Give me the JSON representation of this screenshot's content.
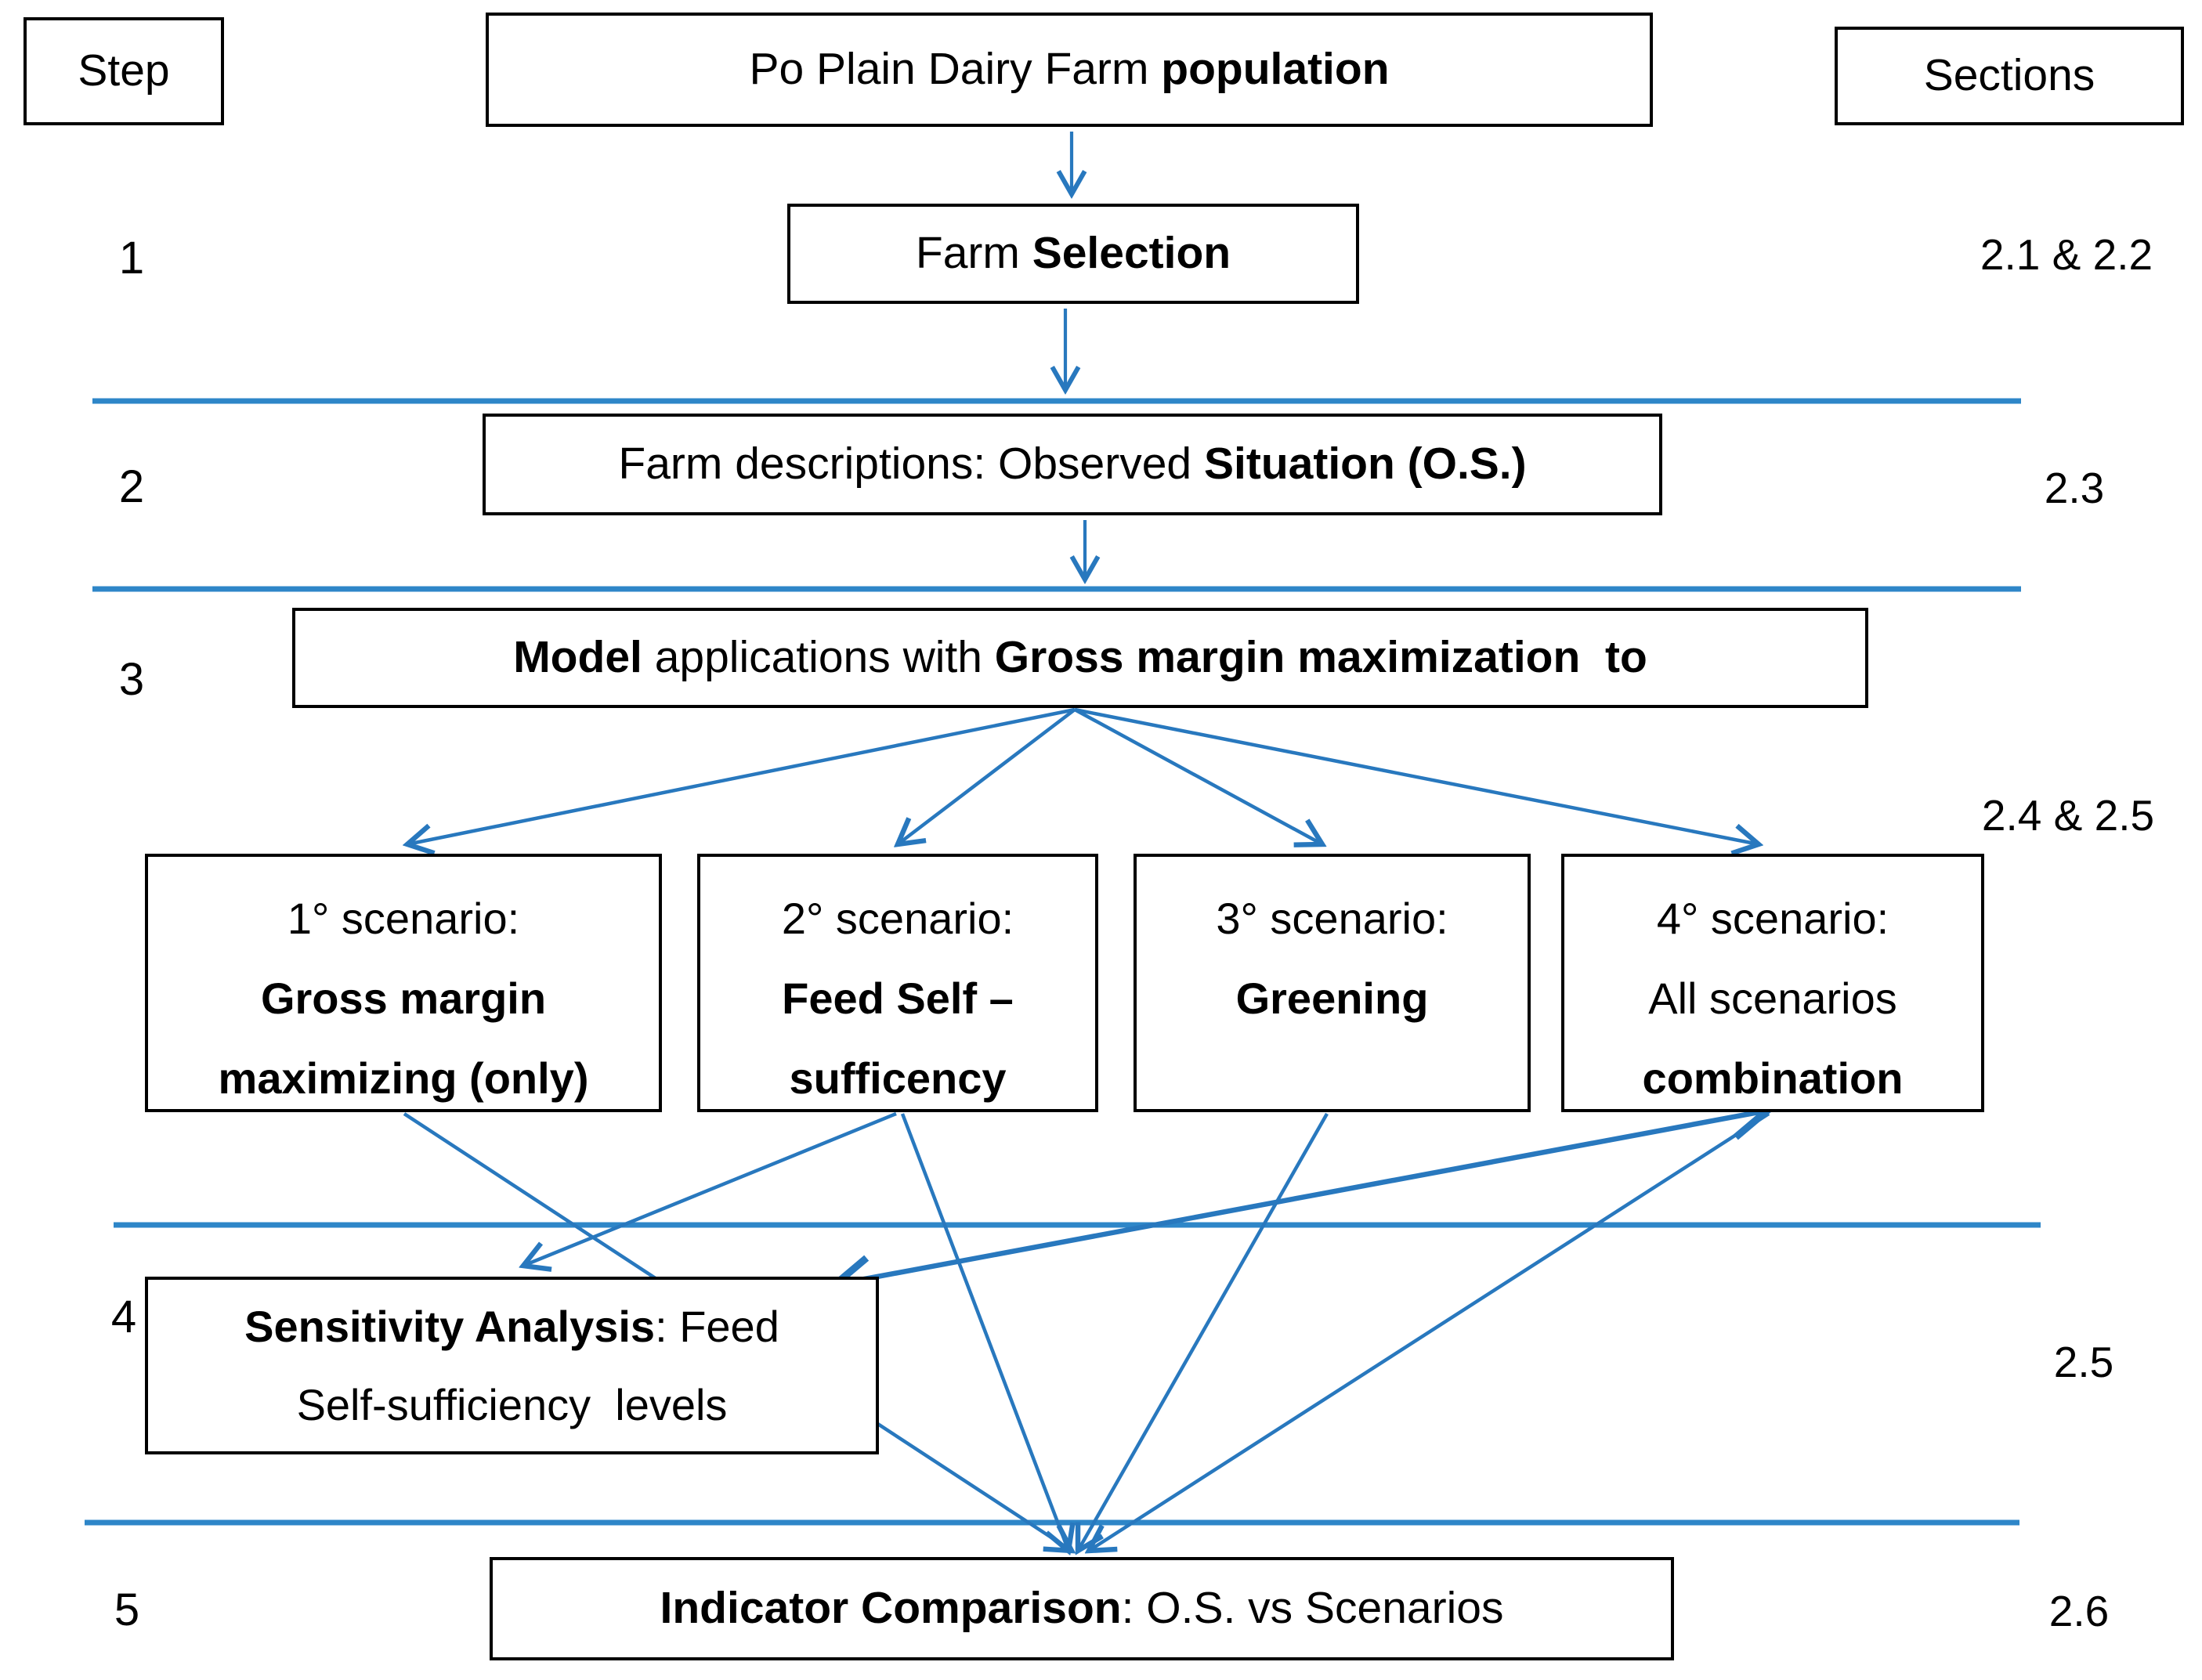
{
  "diagram": {
    "accent_color": "#2878be",
    "border_color": "#000000"
  },
  "header": {
    "step_label": "Step",
    "sections_label": "Sections",
    "title_pre": "Po Plain Dairy Farm ",
    "title_bold": "population"
  },
  "rows": {
    "r1": {
      "num": "1",
      "section": "2.1 & 2.2",
      "box_pre": "Farm ",
      "box_bold": "Selection"
    },
    "r2": {
      "num": "2",
      "section": "2.3",
      "box_pre": "Farm descriptions: Observed ",
      "box_bold": "Situation (O.S.)"
    },
    "r3": {
      "num": "3",
      "section": "2.4 & 2.5",
      "box_bold1": "Model",
      "box_mid": " applications with ",
      "box_bold2": "Gross margin maximization  to"
    },
    "r4": {
      "num": "4",
      "section": "2.5",
      "box_bold": "Sensitivity Analysis",
      "box_rest": ": Feed",
      "box_line2": "Self-sufficiency  levels"
    },
    "r5": {
      "num": "5",
      "section": "2.6",
      "box_bold": "Indicator Comparison",
      "box_rest": ": O.S. vs Scenarios"
    }
  },
  "scenarios": [
    {
      "line1": "1° scenario:",
      "line2": "Gross margin",
      "line3": "maximizing (only)"
    },
    {
      "line1": "2° scenario:",
      "line2": "Feed Self –",
      "line3": "sufficency"
    },
    {
      "line1": "3° scenario:",
      "line2": "Greening",
      "line3": ""
    },
    {
      "line1": "4° scenario:",
      "line2": "All scenarios",
      "line3": "combination"
    }
  ]
}
